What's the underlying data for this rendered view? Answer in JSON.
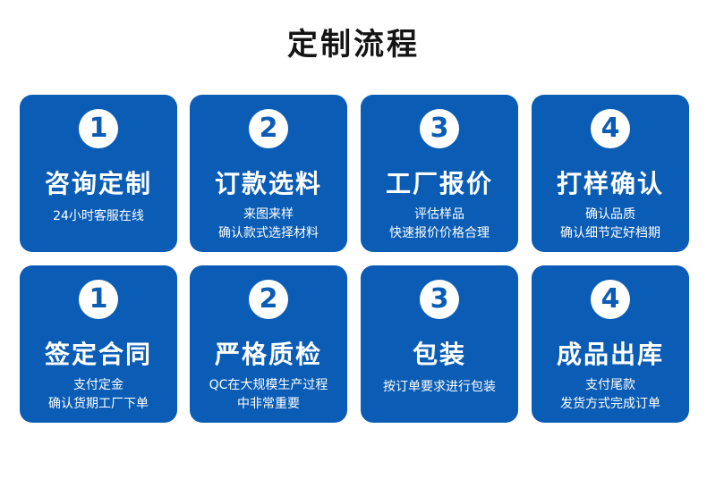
{
  "page": {
    "title": "定制流程"
  },
  "colors": {
    "card_bg": "#0a5cb5",
    "title": "#141414"
  },
  "cards": [
    {
      "num": "1",
      "heading": "咨询定制",
      "lines": [
        "24小时客服在线"
      ]
    },
    {
      "num": "2",
      "heading": "订款选料",
      "lines": [
        "来图来样",
        "确认款式选择材料"
      ]
    },
    {
      "num": "3",
      "heading": "工厂报价",
      "lines": [
        "评估样品",
        "快速报价价格合理"
      ]
    },
    {
      "num": "4",
      "heading": "打样确认",
      "lines": [
        "确认品质",
        "确认细节定好档期"
      ]
    },
    {
      "num": "1",
      "heading": "签定合同",
      "lines": [
        "支付定金",
        "确认货期工厂下单"
      ]
    },
    {
      "num": "2",
      "heading": "严格质检",
      "lines": [
        "QC在大规模生产过程",
        "中非常重要"
      ]
    },
    {
      "num": "3",
      "heading": "包装",
      "lines": [
        "按订单要求进行包装"
      ]
    },
    {
      "num": "4",
      "heading": "成品出库",
      "lines": [
        "支付尾款",
        "发货方式完成订单"
      ]
    }
  ]
}
